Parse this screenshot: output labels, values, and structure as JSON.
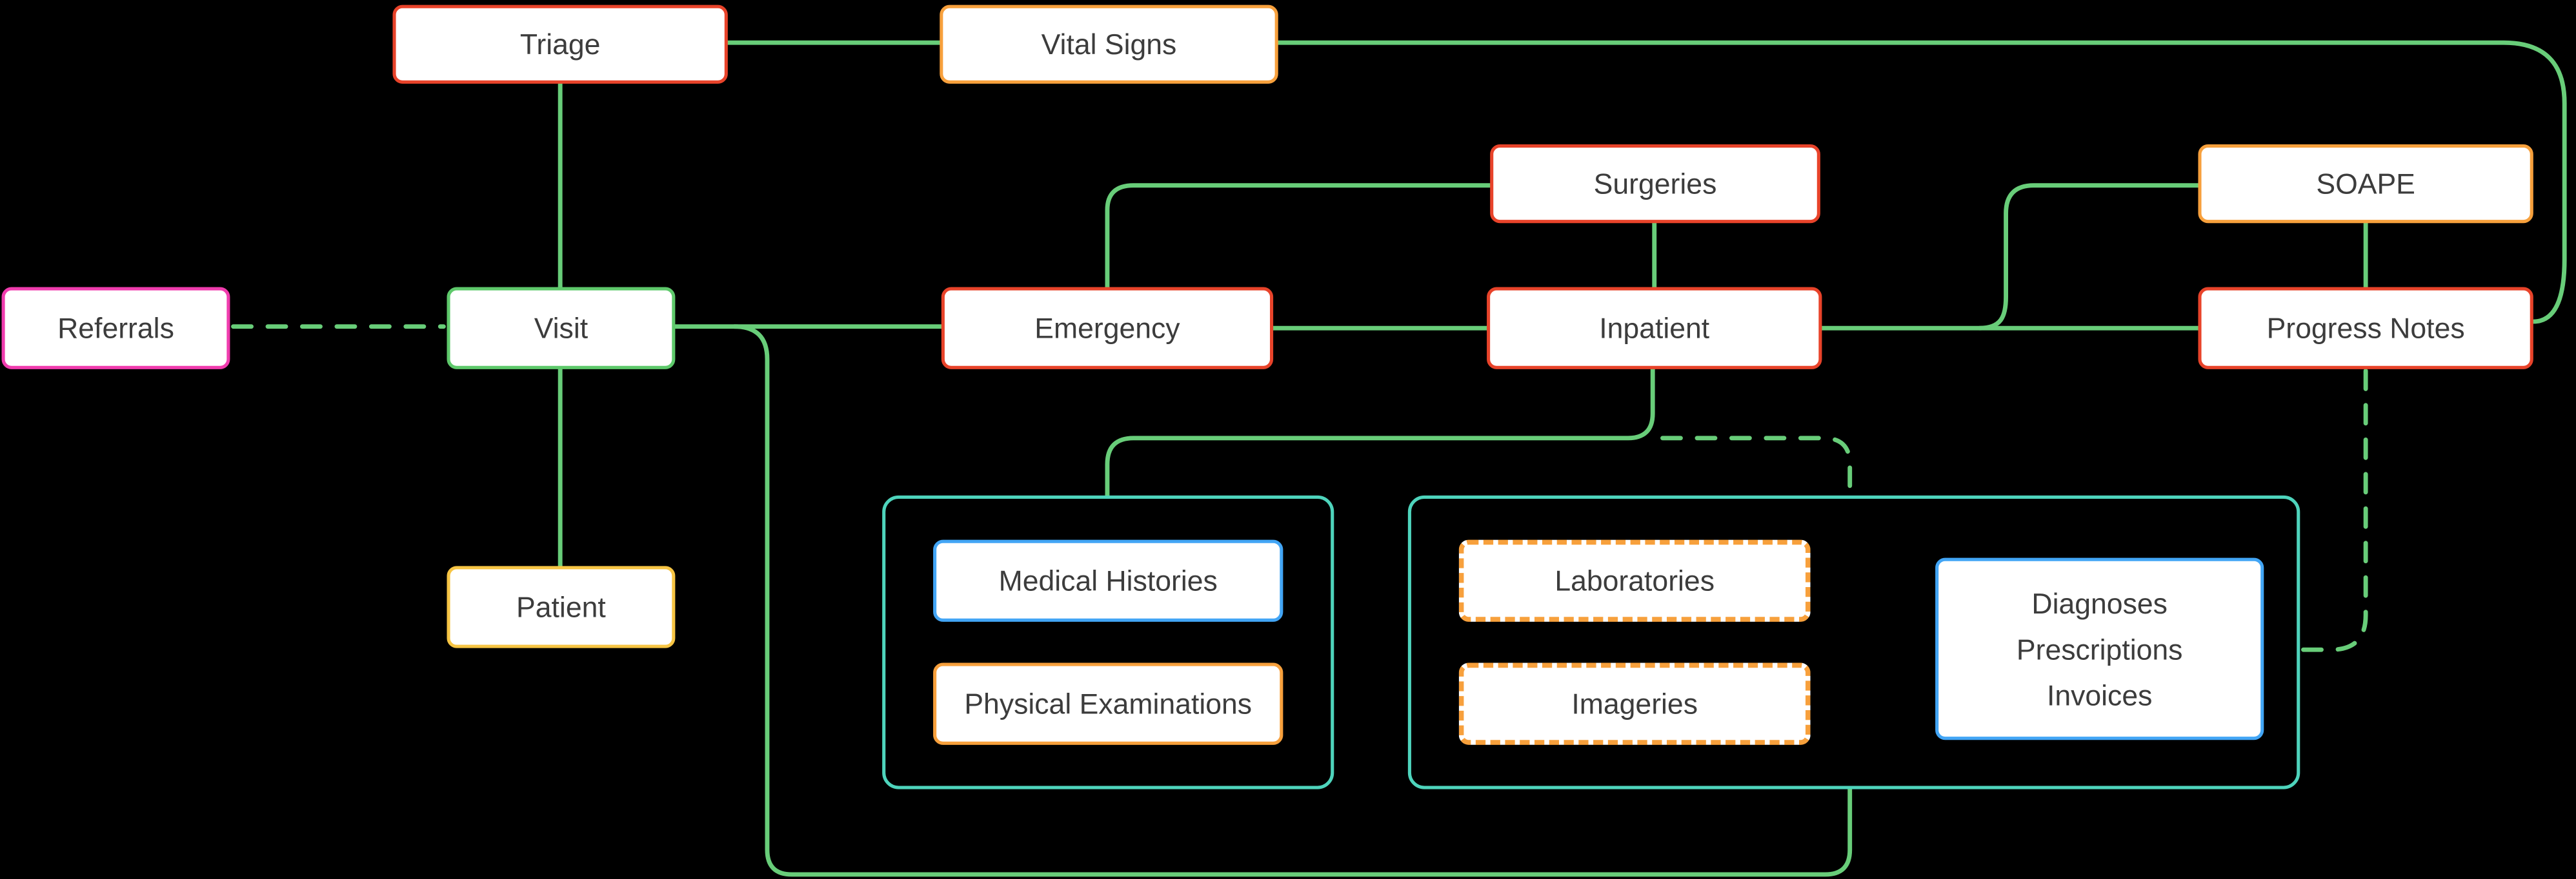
{
  "background": "#000000",
  "colors": {
    "background": "#000000",
    "fill": "#ffffff",
    "text": "#3c3c3c",
    "line": "#68cd79",
    "green_border": "#5ec96b",
    "red": "#e8432a",
    "orange": "#f7a03c",
    "yellow": "#f7c544",
    "magenta": "#f03cae",
    "blue": "#42a5f5",
    "teal": "#4ed4bc"
  },
  "nodes": {
    "triage": {
      "label": "Triage"
    },
    "vital_signs": {
      "label": "Vital Signs"
    },
    "referrals": {
      "label": "Referrals"
    },
    "visit": {
      "label": "Visit"
    },
    "emergency": {
      "label": "Emergency"
    },
    "surgeries": {
      "label": "Surgeries"
    },
    "inpatient": {
      "label": "Inpatient"
    },
    "soape": {
      "label": "SOAPE"
    },
    "progress_notes": {
      "label": "Progress Notes"
    },
    "patient": {
      "label": "Patient"
    },
    "medical_histories": {
      "label": "Medical Histories"
    },
    "physical_examinations": {
      "label": "Physical Examinations"
    },
    "laboratories": {
      "label": "Laboratories"
    },
    "imageries": {
      "label": "Imageries"
    },
    "diagnoses_prescriptions_invoices": {
      "lines": [
        "Diagnoses",
        "Prescriptions",
        "Invoices"
      ]
    }
  },
  "edges": [
    {
      "from": "triage",
      "to": "visit",
      "style": "solid"
    },
    {
      "from": "triage",
      "to": "vital_signs",
      "style": "solid"
    },
    {
      "from": "vital_signs",
      "to": "progress_notes",
      "style": "solid"
    },
    {
      "from": "referrals",
      "to": "visit",
      "style": "dashed"
    },
    {
      "from": "visit",
      "to": "emergency",
      "style": "solid"
    },
    {
      "from": "visit",
      "to": "patient",
      "style": "solid"
    },
    {
      "from": "visit",
      "to": "labs_imaging_group",
      "style": "solid"
    },
    {
      "from": "emergency",
      "to": "surgeries",
      "style": "solid"
    },
    {
      "from": "emergency",
      "to": "inpatient",
      "style": "solid"
    },
    {
      "from": "surgeries",
      "to": "inpatient",
      "style": "solid"
    },
    {
      "from": "inpatient",
      "to": "soape",
      "style": "solid"
    },
    {
      "from": "inpatient",
      "to": "progress_notes",
      "style": "solid"
    },
    {
      "from": "soape",
      "to": "progress_notes",
      "style": "solid"
    },
    {
      "from": "inpatient",
      "to": "history_exam_group",
      "style": "solid"
    },
    {
      "from": "inpatient",
      "to": "labs_imaging_group",
      "style": "dashed"
    },
    {
      "from": "progress_notes",
      "to": "labs_imaging_group",
      "style": "dashed"
    }
  ]
}
